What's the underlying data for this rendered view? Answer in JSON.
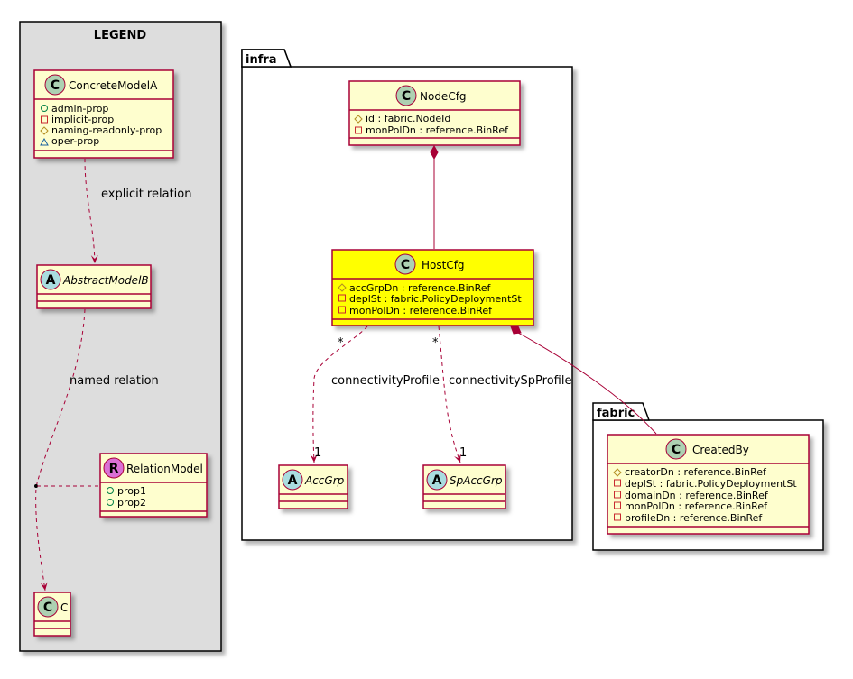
{
  "legend": {
    "title": "LEGEND",
    "concrete_model": {
      "name": "ConcreteModelA",
      "stereotype": "C",
      "attributes": [
        {
          "vis": "+",
          "text": "admin-prop"
        },
        {
          "vis": "-",
          "text": "implicit-prop"
        },
        {
          "vis": "#",
          "text": "naming-readonly-prop"
        },
        {
          "vis": "~",
          "text": "oper-prop"
        }
      ]
    },
    "abstract_model": {
      "name": "AbstractModelB",
      "stereotype": "A"
    },
    "relation_model": {
      "name": "RelationModel",
      "stereotype": "R",
      "attributes": [
        {
          "vis": "+",
          "text": "prop1"
        },
        {
          "vis": "+",
          "text": "prop2"
        }
      ]
    },
    "c_model": {
      "name": "C",
      "stereotype": "C"
    },
    "explicit_relation_label": "explicit relation",
    "named_relation_label": "named relation"
  },
  "infra": {
    "title": "infra",
    "nodecfg": {
      "name": "NodeCfg",
      "stereotype": "C",
      "attributes": [
        {
          "vis": "#",
          "text": "id : fabric.NodeId"
        },
        {
          "vis": "-",
          "text": "monPolDn : reference.BinRef"
        }
      ]
    },
    "hostcfg": {
      "name": "HostCfg",
      "stereotype": "C",
      "attributes": [
        {
          "vis": "#",
          "text": "accGrpDn : reference.BinRef"
        },
        {
          "vis": "-",
          "text": "deplSt : fabric.PolicyDeploymentSt"
        },
        {
          "vis": "-",
          "text": "monPolDn : reference.BinRef"
        }
      ]
    },
    "accgrp": {
      "name": "AccGrp",
      "stereotype": "A"
    },
    "spaccgrp": {
      "name": "SpAccGrp",
      "stereotype": "A"
    },
    "conn_profile": {
      "label": "connectivityProfile",
      "source_mult": "*",
      "target_mult": "1"
    },
    "conn_sp_profile": {
      "label": "connectivitySpProfile",
      "source_mult": "*",
      "target_mult": "1"
    }
  },
  "fabric": {
    "title": "fabric",
    "createdby": {
      "name": "CreatedBy",
      "stereotype": "C",
      "attributes": [
        {
          "vis": "#",
          "text": "creatorDn : reference.BinRef"
        },
        {
          "vis": "-",
          "text": "deplSt : fabric.PolicyDeploymentSt"
        },
        {
          "vis": "-",
          "text": "domainDn : reference.BinRef"
        },
        {
          "vis": "-",
          "text": "monPolDn : reference.BinRef"
        },
        {
          "vis": "-",
          "text": "profileDn : reference.BinRef"
        }
      ]
    }
  },
  "colors": {
    "class_fill": "#FEFECE",
    "highlight_fill": "#FFFF00",
    "border": "#A80036",
    "legend_bg": "#DDDDDD",
    "circle_c": "#ADD1B2",
    "circle_a": "#A9DCDF",
    "circle_r": "#DA70D6"
  }
}
